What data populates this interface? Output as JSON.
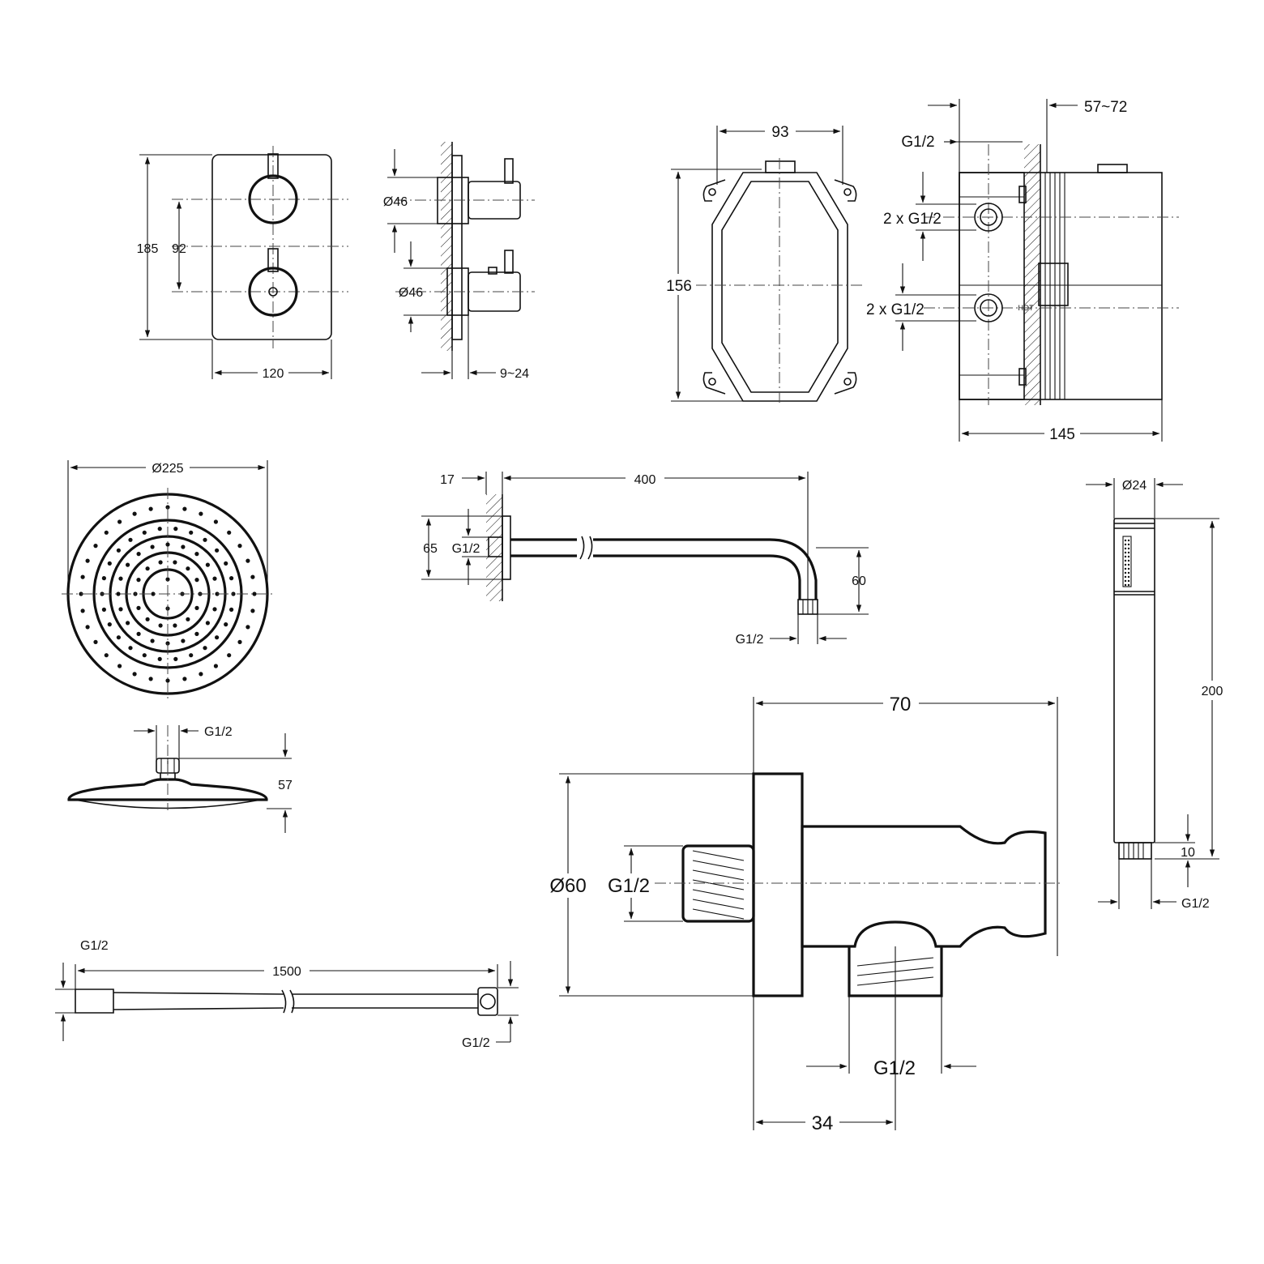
{
  "valve_front": {
    "height": "185",
    "spacing": "92",
    "width": "120"
  },
  "valve_side": {
    "dia_upper": "Ø46",
    "dia_lower": "Ø46",
    "depth": "9~24"
  },
  "box_front": {
    "width": "93",
    "height": "156"
  },
  "box_side": {
    "outlet": "G1/2",
    "depth": "57~72",
    "ports_upper": "2 x G1/2",
    "ports_lower": "2 x G1/2",
    "hot_label": "HOT",
    "width": "145"
  },
  "head_top": {
    "diameter": "Ø225"
  },
  "head_side": {
    "thread": "G1/2",
    "height": "57"
  },
  "arm": {
    "flange": "17",
    "length": "400",
    "flange_height": "65",
    "inlet": "G1/2",
    "drop": "60",
    "outlet": "G1/2"
  },
  "hand_shower": {
    "diameter": "Ø24",
    "length": "200",
    "thread_length": "10",
    "thread": "G1/2"
  },
  "outlet_elbow": {
    "width": "70",
    "diameter": "Ø60",
    "inlet": "G1/2",
    "outlet": "G1/2",
    "offset": "34"
  },
  "hose": {
    "end_left": "G1/2",
    "length": "1500",
    "end_right": "G1/2"
  }
}
